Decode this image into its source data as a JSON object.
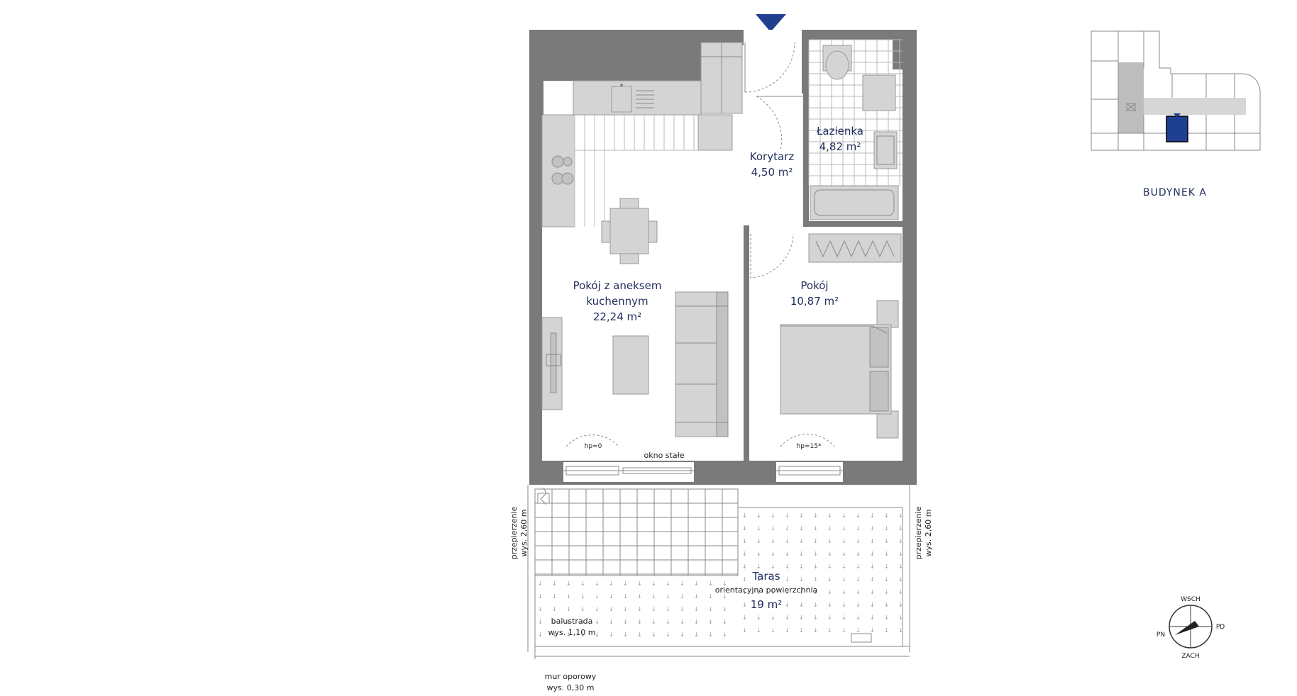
{
  "rooms": {
    "living": {
      "name_line1": "Pokój z aneksem",
      "name_line2": "kuchennym",
      "area": "22,24 m²"
    },
    "hall": {
      "name": "Korytarz",
      "area": "4,50 m²"
    },
    "bath": {
      "name": "Łazienka",
      "area": "4,82 m²"
    },
    "room": {
      "name": "Pokój",
      "area": "10,87 m²"
    },
    "terrace": {
      "name": "Taras",
      "subtitle": "orientacyjna powierzchnia",
      "area": "19 m²"
    }
  },
  "annotations": {
    "hp_left": "hp=0",
    "hp_right": "hp=15*",
    "fixed_window": "okno stałe",
    "partition_left_1": "przepierzenie",
    "partition_left_2": "wys. 2,60 m",
    "partition_right_1": "przepierzenie",
    "partition_right_2": "wys. 2,60 m",
    "railing_1": "balustrada",
    "railing_2": "wys. 1,10 m",
    "retaining_wall_1": "mur oporowy",
    "retaining_wall_2": "wys. 0,30 m"
  },
  "key_plan": {
    "building": "BUDYNEK A",
    "highlight_color": "#1f3f8f"
  },
  "compass": {
    "north": "WSCH",
    "east": "PD",
    "south": "ZACH",
    "west": "PN"
  },
  "colors": {
    "wall": "#7a7a7a",
    "label": "#1f2d5c",
    "entrance_marker": "#1f3f8f"
  }
}
